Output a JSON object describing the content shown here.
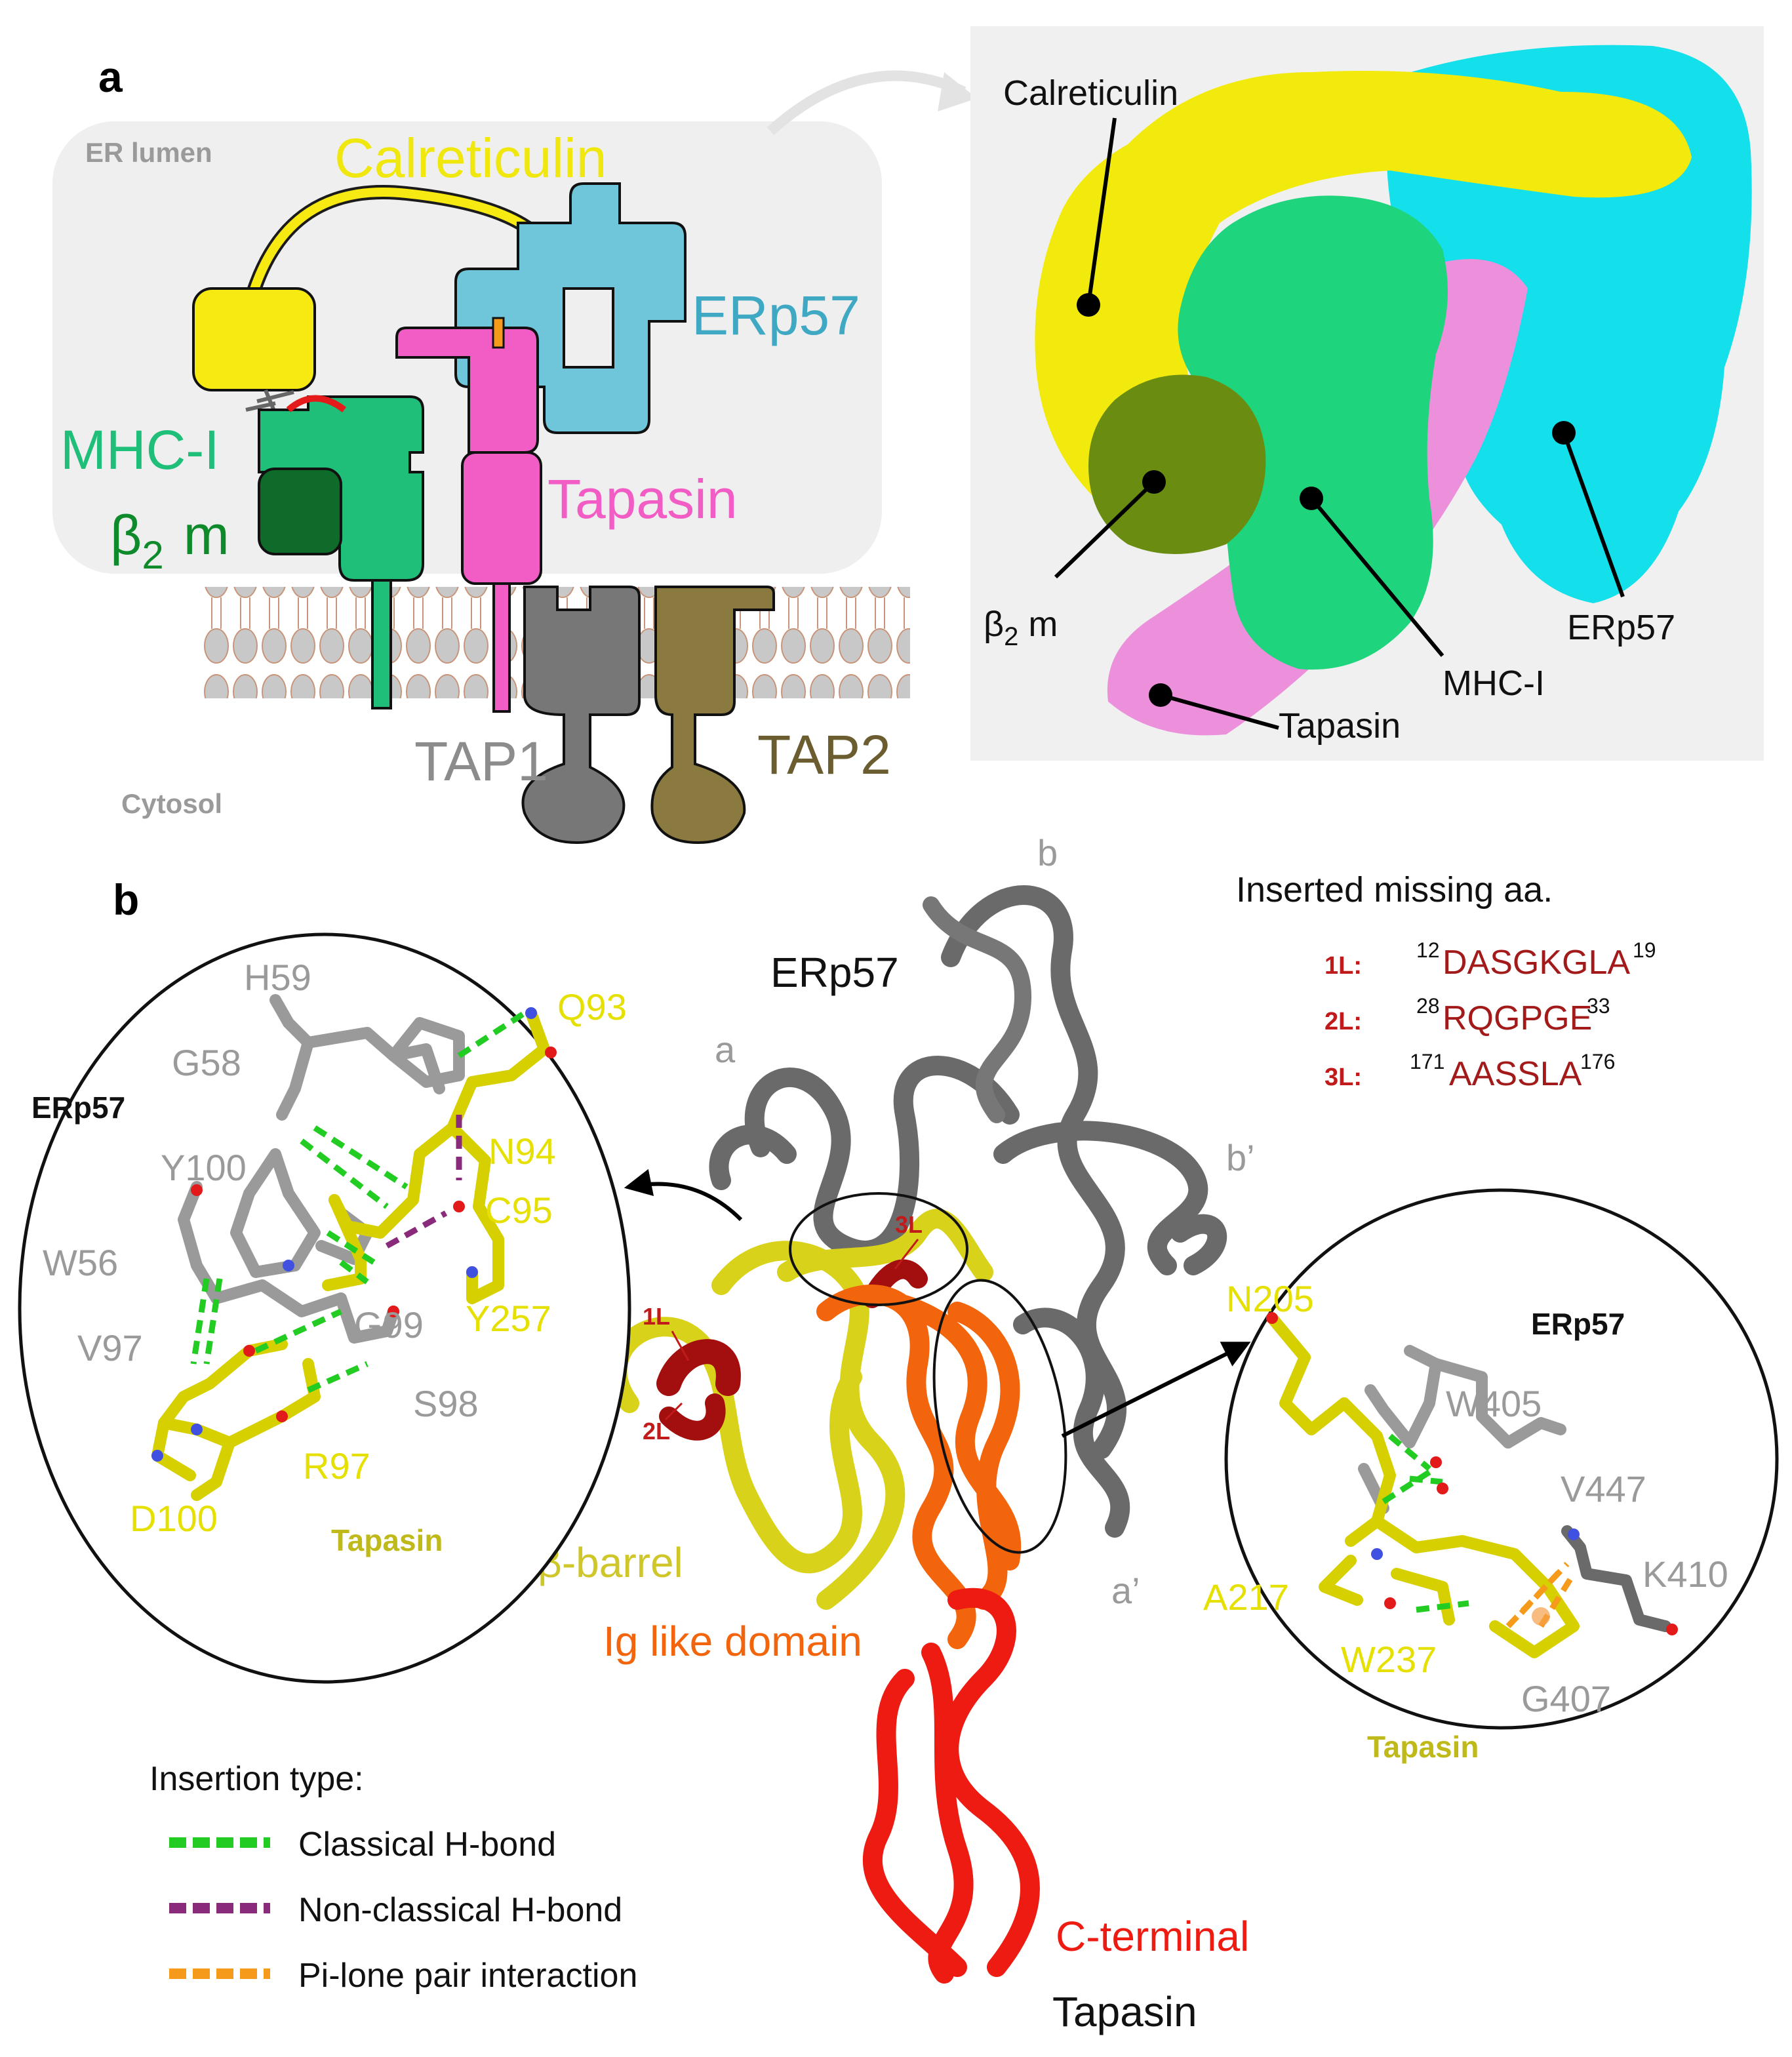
{
  "panel_a": {
    "label": "a",
    "er_lumen": "ER lumen",
    "cytosol": "Cytosol",
    "calreticulin": "Calreticulin",
    "erp57": "ERp57",
    "mhc": "MHC-I",
    "b2m_beta": "β",
    "b2m_sub": "2",
    "b2m_m": "m",
    "tapasin": "Tapasin",
    "tap1": "TAP1",
    "tap2": "TAP2",
    "structure": {
      "calreticulin": "Calreticulin",
      "b2m_beta": "β",
      "b2m_sub": "2",
      "b2m_m": " m",
      "mhc": "MHC-I",
      "tapasin": "Tapasin",
      "erp57": "ERp57"
    }
  },
  "panel_b": {
    "label": "b",
    "erp57_title": "ERp57",
    "tapasin_title": "Tapasin",
    "domain_a": "a",
    "domain_b": "b",
    "domain_bp": "b’",
    "domain_ap": "a’",
    "loop_1l": "1L",
    "loop_2l": "2L",
    "loop_3l": "3L",
    "beta_barrel": "β-barrel",
    "ig_domain": "Ig like domain",
    "c_terminal": "C-terminal",
    "missing": {
      "title": "Inserted missing aa.",
      "rows": [
        {
          "tag": "1L:",
          "pre": "12",
          "seq": "DASGKGLA",
          "post": "19"
        },
        {
          "tag": "2L:",
          "pre": "28",
          "seq": "RQGPGE",
          "post": "33"
        },
        {
          "tag": "3L:",
          "pre": "171",
          "seq": "AASSLA",
          "post": "176"
        }
      ]
    },
    "left_zoom": {
      "erp57": "ERp57",
      "tapasin": "Tapasin",
      "residues": {
        "h59": "H59",
        "g58": "G58",
        "y100": "Y100",
        "w56": "W56",
        "v97": "V97",
        "g99": "G99",
        "s98": "S98",
        "q93": "Q93",
        "n94": "N94",
        "c95": "C95",
        "y257": "Y257",
        "r97": "R97",
        "d100": "D100"
      }
    },
    "right_zoom": {
      "erp57": "ERp57",
      "tapasin": "Tapasin",
      "residues": {
        "n205": "N205",
        "w405": "W405",
        "v447": "V447",
        "k410": "K410",
        "a217": "A217",
        "w237": "W237",
        "g407": "G407"
      }
    },
    "legend": {
      "title": "Insertion type:",
      "items": [
        {
          "label": "Classical H-bond",
          "color": "#22cc22"
        },
        {
          "label": "Non-classical H-bond",
          "color": "#8a2a7a"
        },
        {
          "label": "Pi-lone pair interaction",
          "color": "#f59a1a"
        }
      ]
    }
  },
  "colors": {
    "calreticulin": "#f7ea12",
    "erp57": "#6fc6da",
    "mhc": "#1fbf7a",
    "b2m": "#0e6b2a",
    "tapasin": "#f25cc5",
    "tap1": "#777777",
    "tap2": "#8a7a40",
    "erp57_cyan": "#13e0ea",
    "structure_b2m": "#6a8c10",
    "tapasin_pink": "#ec90dc",
    "ribbon_grey": "#6a6a6a",
    "ribbon_yellow": "#d9d21a",
    "ribbon_orange": "#f2650c",
    "ribbon_red": "#ee1b12",
    "ribbon_darkred": "#a30f0f",
    "residue_yellow": "#d6d000",
    "residue_grey": "#9a9a9a",
    "loop_red": "#b31414"
  }
}
